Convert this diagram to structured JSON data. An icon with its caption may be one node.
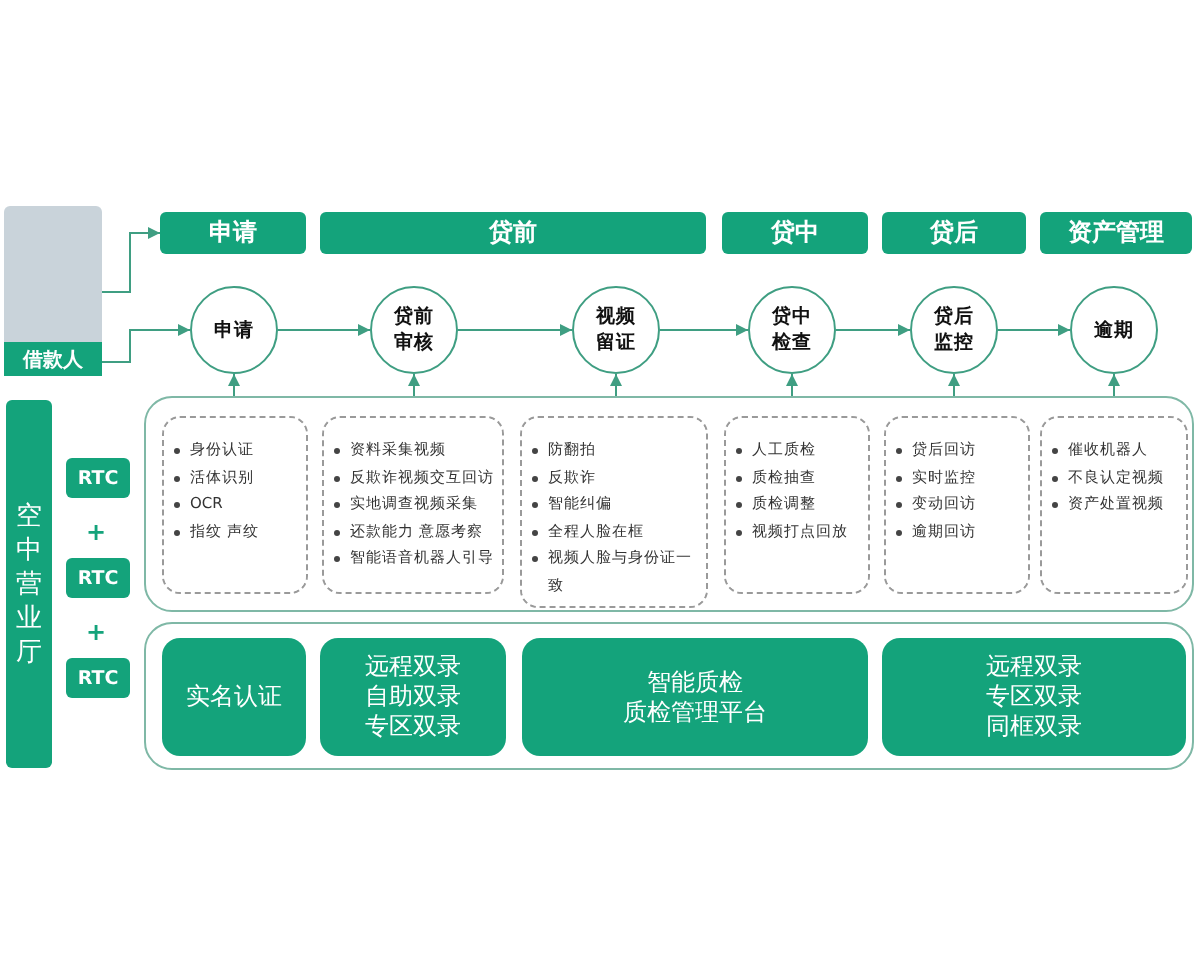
{
  "diagram": {
    "nodes": [
      {
        "text": [
          "借款人"
        ]
      },
      {
        "text": [
          "申请"
        ]
      },
      {
        "text": [
          "贷前"
        ]
      },
      {
        "text": [
          "贷中"
        ]
      },
      {
        "text": [
          "贷后"
        ]
      },
      {
        "text": [
          "资产管理"
        ]
      },
      {
        "text": [
          "申请"
        ]
      },
      {
        "text": [
          "贷前审核"
        ]
      },
      {
        "text": [
          "视频留证"
        ]
      },
      {
        "text": [
          "贷中检查"
        ]
      },
      {
        "text": [
          "贷后监控"
        ]
      },
      {
        "text": [
          "逾期"
        ]
      },
      {
        "text": [
          "空中营业厅"
        ]
      },
      {
        "text": [
          "RTC"
        ]
      },
      {
        "text": [
          "RTC"
        ]
      },
      {
        "text": [
          "RTC"
        ]
      },
      {
        "text": [],
        "shape": "box"
      },
      {
        "text": [
          "身份认证",
          "活体识别",
          "OCR",
          "指纹 声纹"
        ],
        "in": 16
      },
      {
        "text": [
          "资料采集视频",
          "反欺诈视频交互回访",
          "实地调查视频采集",
          "还款能力 意愿考察",
          "智能语音机器人引导"
        ],
        "in": 16
      },
      {
        "text": [
          "防翻拍",
          "反欺诈",
          "智能纠偏",
          "全程人脸在框",
          "视频人脸与身份证一致"
        ],
        "in": 16
      },
      {
        "text": [
          "人工质检",
          "质检抽查",
          "质检调整",
          "视频打点回放"
        ],
        "in": 16
      },
      {
        "text": [
          "贷后回访",
          "实时监控",
          "变动回访",
          "逾期回访"
        ],
        "in": 16
      },
      {
        "text": [
          "催收机器人",
          "不良认定视频",
          "资产处置视频"
        ],
        "in": 16
      },
      {
        "text": [],
        "shape": "box"
      },
      {
        "text": [
          "实名认证"
        ],
        "in": 23
      },
      {
        "text": [
          "远程双录",
          "自助双录",
          "专区双录"
        ],
        "in": 23
      },
      {
        "text": [
          "智能质检",
          "质检管理平台"
        ],
        "in": 23
      },
      {
        "text": [
          "远程双录",
          "专区双录",
          "同框双录"
        ],
        "in": 23
      }
    ],
    "edges": [
      {
        "from": 0,
        "to": 1,
        "arrow": "to"
      },
      {
        "from": 0,
        "to": 6,
        "arrow": "to"
      },
      {
        "from": 6,
        "to": 7,
        "arrow": "to"
      },
      {
        "from": 7,
        "to": 8,
        "arrow": "to"
      },
      {
        "from": 8,
        "to": 9,
        "arrow": "to"
      },
      {
        "from": 9,
        "to": 10,
        "arrow": "to"
      },
      {
        "from": 10,
        "to": 11,
        "arrow": "to"
      },
      {
        "from": 16,
        "to": 6,
        "arrow": "to"
      },
      {
        "from": 16,
        "to": 7,
        "arrow": "to"
      },
      {
        "from": 16,
        "to": 8,
        "arrow": "to"
      },
      {
        "from": 16,
        "to": 9,
        "arrow": "to"
      },
      {
        "from": 16,
        "to": 10,
        "arrow": "to"
      },
      {
        "from": 16,
        "to": 11,
        "arrow": "to"
      }
    ],
    "labels": [
      "+",
      "+"
    ]
  }
}
